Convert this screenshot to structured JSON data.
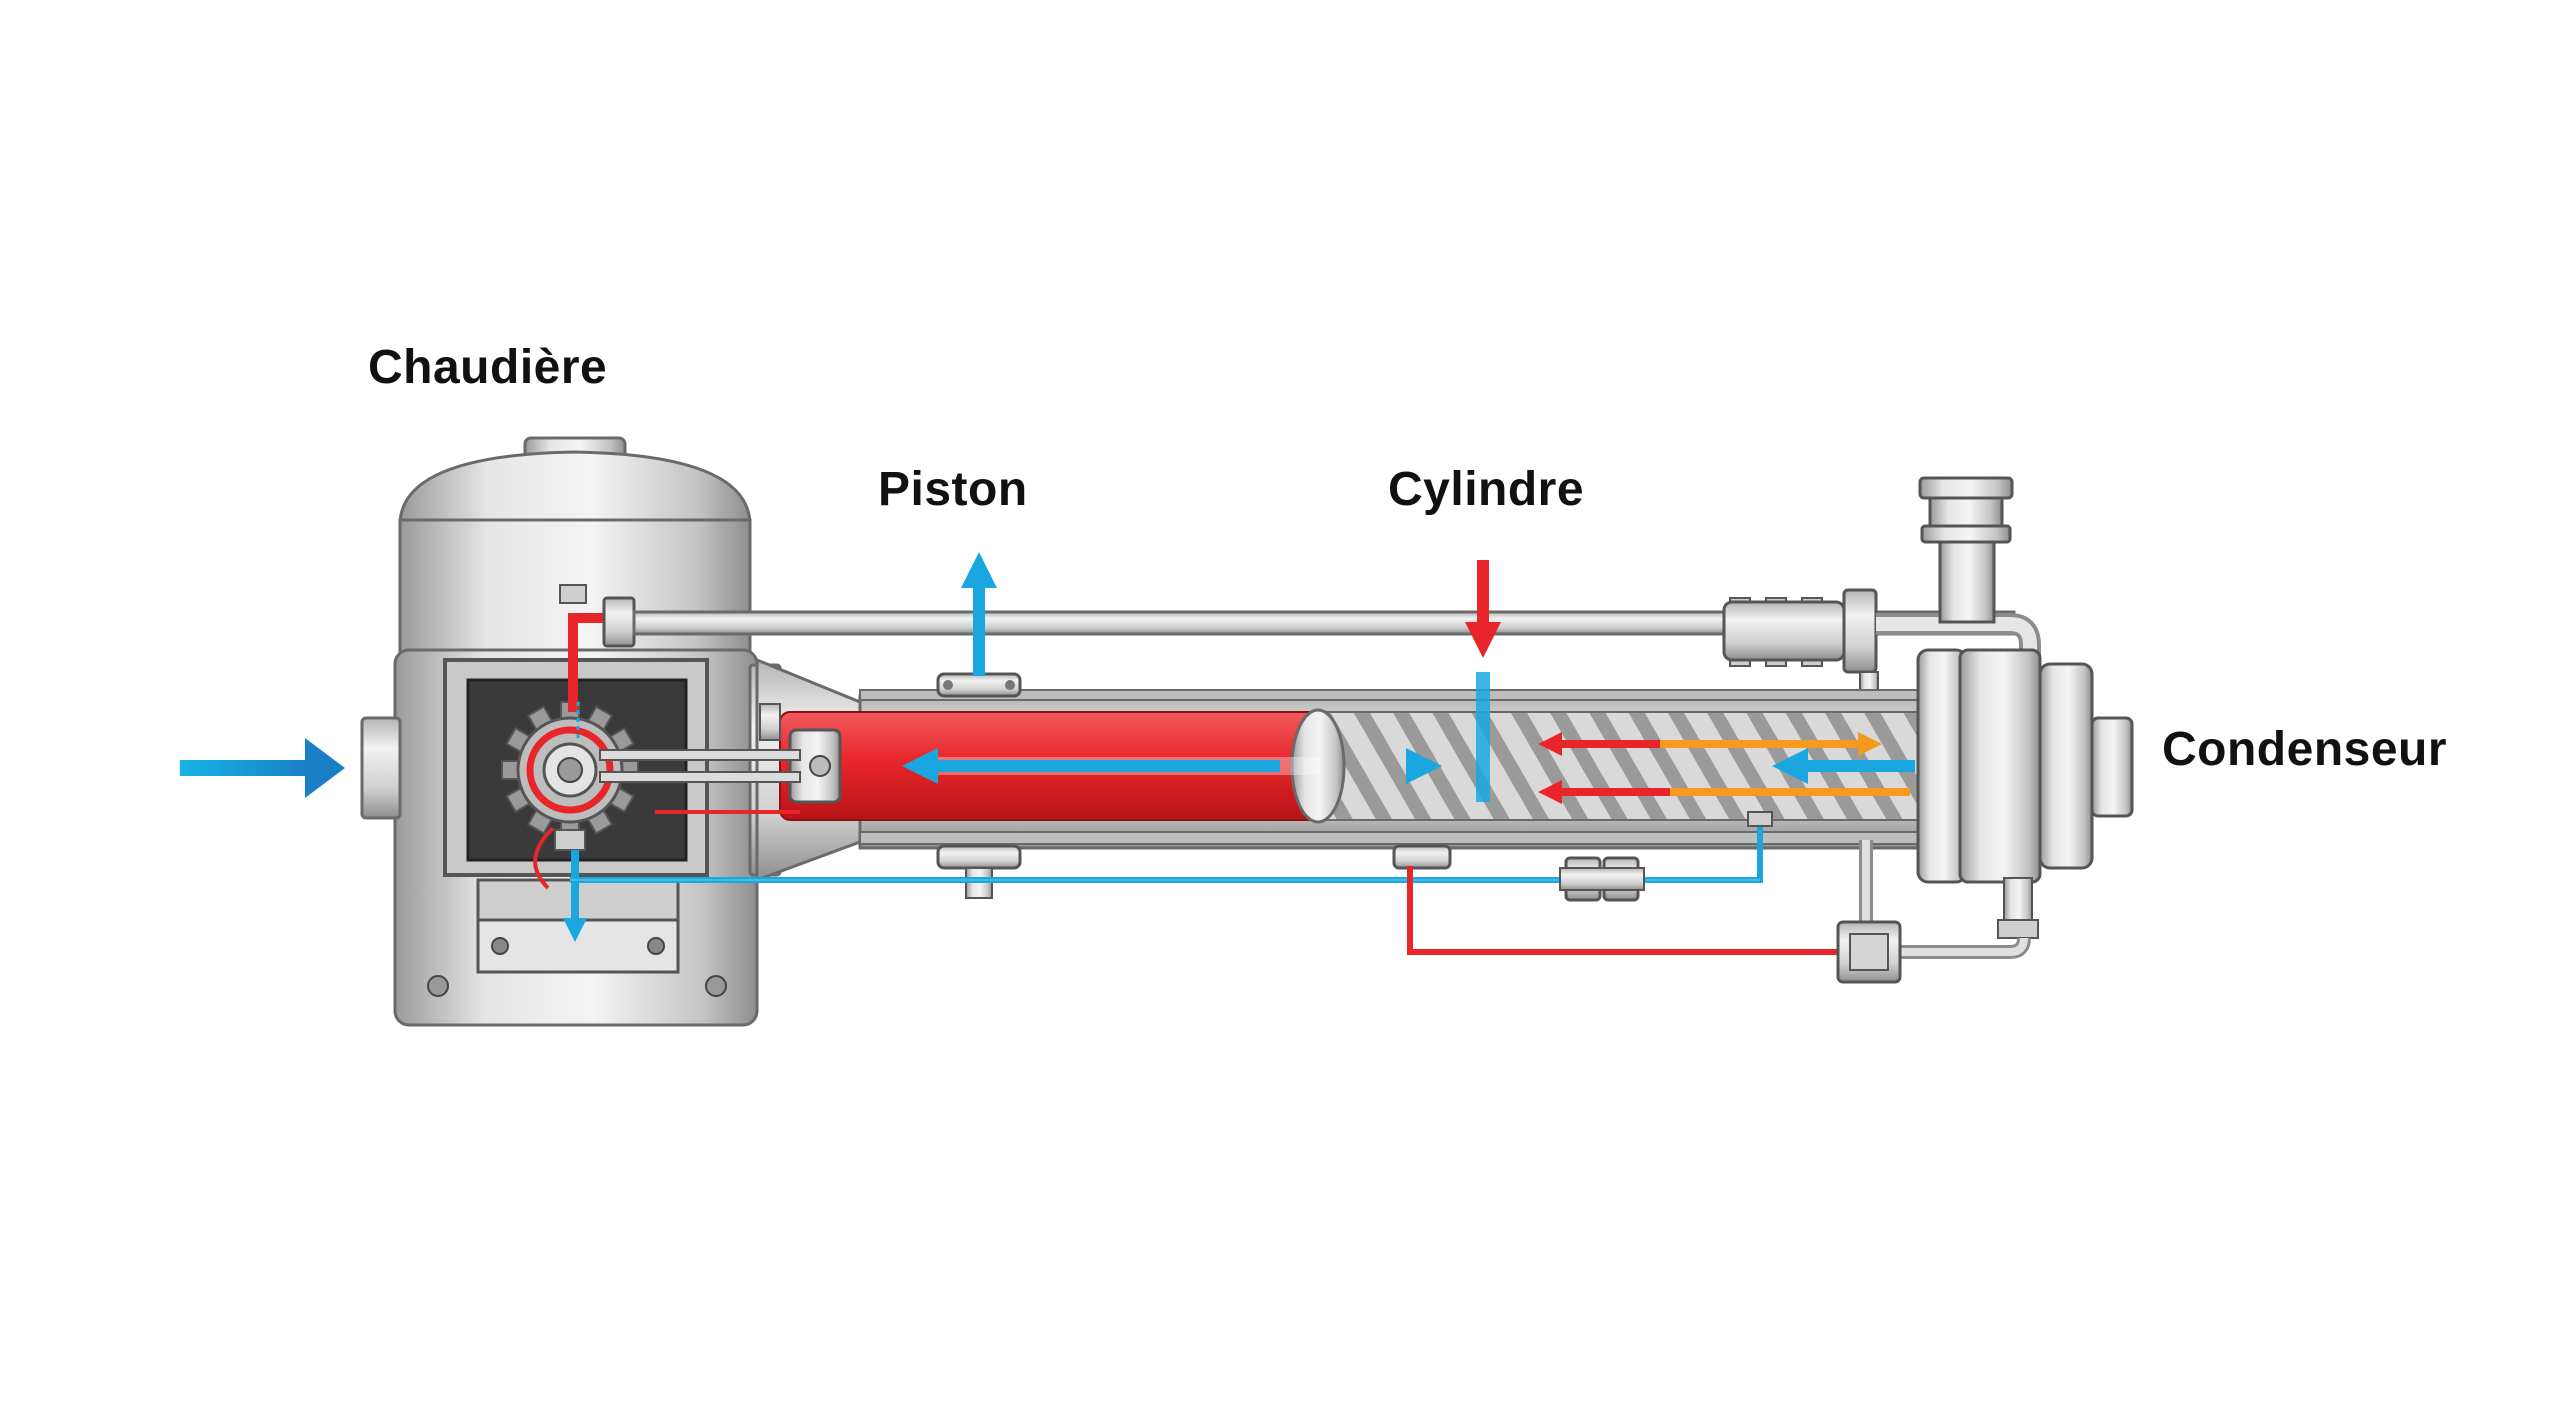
{
  "labels": {
    "boiler": "Chaudière",
    "piston": "Piston",
    "cylinder": "Cylindre",
    "condenser": "Condenseur"
  },
  "colors": {
    "hot": "#e8262a",
    "cold": "#1aa7e0",
    "warm": "#f39a1f",
    "metal_light": "#dcdcdc",
    "metal_dark": "#8c8c8c",
    "outline": "#5a5a5a"
  }
}
